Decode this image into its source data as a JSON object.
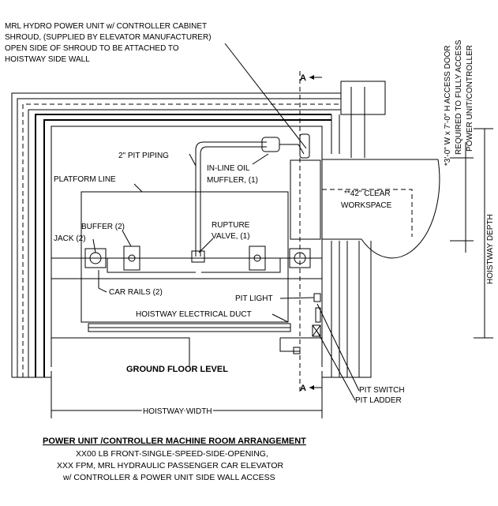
{
  "notes": {
    "hydro_unit": [
      "MRL HYDRO POWER UNIT w/ CONTROLLER CABINET",
      "SHROUD, (SUPPLIED BY ELEVATOR MANUFACTURER)",
      "OPEN SIDE OF SHROUD TO BE ATTACHED TO",
      "HOISTWAY SIDE WALL"
    ],
    "access_door": [
      "*3'-0\" W x 7'-0\" H ACCESS DOOR",
      "REQUIRED TO FULLY ACCESS",
      "POWER UNIT/CONTROLLER"
    ]
  },
  "labels": {
    "section_mark": "A",
    "pit_piping": "2\" PIT PIPING",
    "oil_muffler": [
      "IN-LINE OIL",
      "MUFFLER, (1)"
    ],
    "platform_line": "PLATFORM LINE",
    "clear_workspace": [
      "**42\" CLEAR",
      "WORKSPACE"
    ],
    "buffer": "BUFFER (2)",
    "jack": "JACK (2)",
    "rupture_valve": [
      "RUPTURE",
      "VALVE, (1)"
    ],
    "car_rails": "CAR RAILS (2)",
    "pit_light": "PIT LIGHT",
    "electrical_duct": "HOISTWAY ELECTRICAL DUCT",
    "ground_floor": "GROUND FLOOR LEVEL",
    "hoistway_width": "HOISTWAY WIDTH",
    "hoistway_depth": "HOISTWAY DEPTH",
    "pit_switch": "PIT SWITCH",
    "pit_ladder": "PIT LADDER"
  },
  "title": {
    "heading": "POWER UNIT /CONTROLLER MACHINE ROOM ARRANGEMENT",
    "lines": [
      "XX00 LB FRONT-SINGLE-SPEED-SIDE-OPENING,",
      "XXX FPM, MRL HYDRAULIC  PASSENGER CAR ELEVATOR",
      "w/ CONTROLLER & POWER UNIT SIDE WALL ACCESS"
    ]
  }
}
